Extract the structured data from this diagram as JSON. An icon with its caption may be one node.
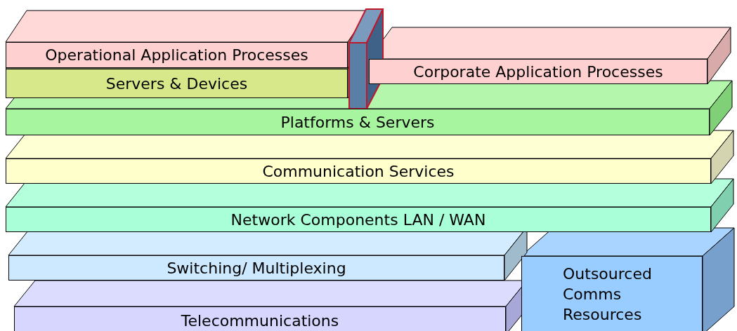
{
  "diagram": {
    "nodes": [
      {
        "text": [
          "Operational Application Processes"
        ]
      },
      {
        "text": [
          "Servers & Devices"
        ]
      },
      {
        "text": [
          "Corporate Application Processes"
        ]
      },
      {
        "text": [
          "Platforms & Servers"
        ]
      },
      {
        "text": [
          "Communication Services"
        ]
      },
      {
        "text": [
          "Network Components LAN / WAN"
        ]
      },
      {
        "text": [
          "Switching/ Multiplexing"
        ]
      },
      {
        "text": [
          "Outsourced Comms Resources"
        ]
      },
      {
        "text": [
          "Telecommunications"
        ]
      }
    ]
  }
}
